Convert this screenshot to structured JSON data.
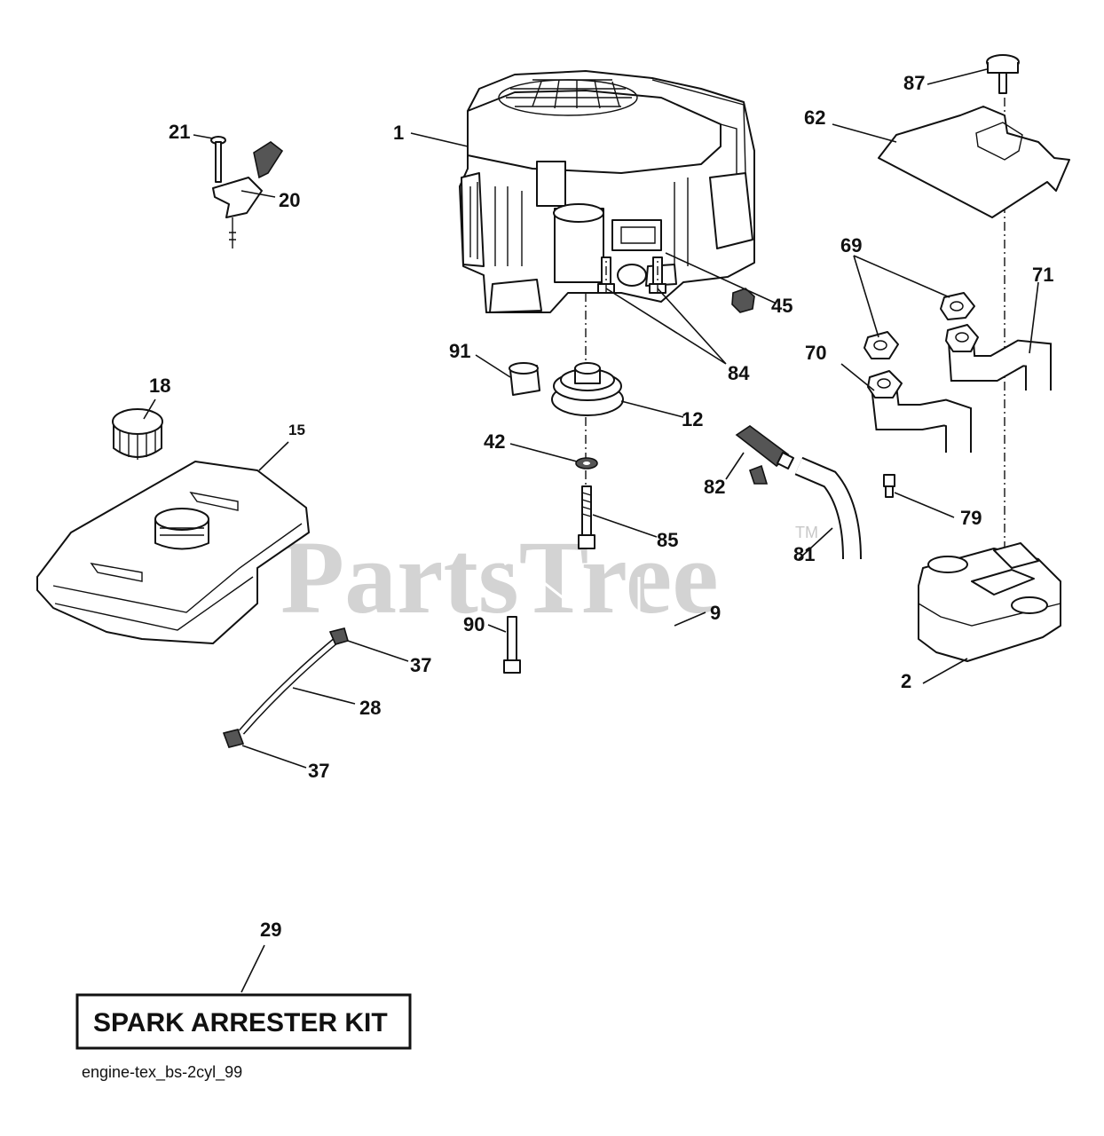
{
  "diagram": {
    "watermark": "PartsTree",
    "trademark": "TM",
    "kit_label": "SPARK ARRESTER KIT",
    "filename": "engine-tex_bs-2cyl_99",
    "callouts": [
      {
        "id": "1",
        "label": "1"
      },
      {
        "id": "2",
        "label": "2"
      },
      {
        "id": "9",
        "label": "9"
      },
      {
        "id": "12",
        "label": "12"
      },
      {
        "id": "15",
        "label": "15"
      },
      {
        "id": "18",
        "label": "18"
      },
      {
        "id": "20",
        "label": "20"
      },
      {
        "id": "21",
        "label": "21"
      },
      {
        "id": "28",
        "label": "28"
      },
      {
        "id": "29",
        "label": "29"
      },
      {
        "id": "37a",
        "label": "37"
      },
      {
        "id": "37b",
        "label": "37"
      },
      {
        "id": "42",
        "label": "42"
      },
      {
        "id": "45",
        "label": "45"
      },
      {
        "id": "62",
        "label": "62"
      },
      {
        "id": "69",
        "label": "69"
      },
      {
        "id": "70",
        "label": "70"
      },
      {
        "id": "71",
        "label": "71"
      },
      {
        "id": "79",
        "label": "79"
      },
      {
        "id": "81",
        "label": "81"
      },
      {
        "id": "82",
        "label": "82"
      },
      {
        "id": "84",
        "label": "84"
      },
      {
        "id": "85",
        "label": "85"
      },
      {
        "id": "87",
        "label": "87"
      },
      {
        "id": "90",
        "label": "90"
      },
      {
        "id": "91",
        "label": "91"
      }
    ]
  }
}
